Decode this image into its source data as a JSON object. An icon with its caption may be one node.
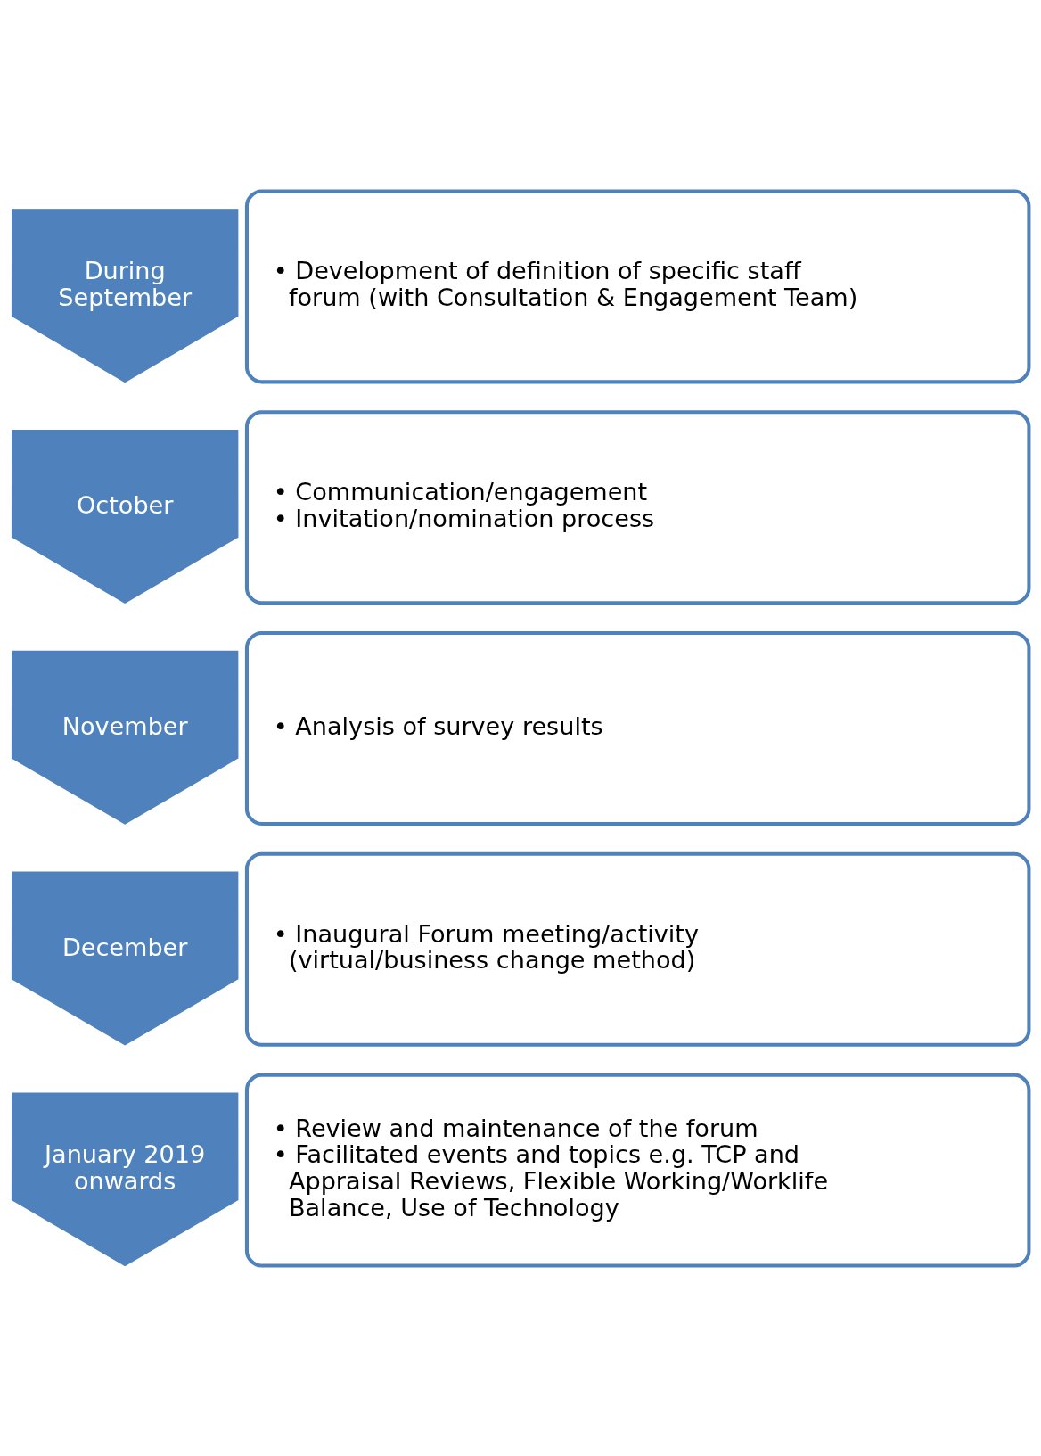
{
  "diagram": {
    "nodes": [
      {
        "text": [
          "During September"
        ]
      },
      {
        "text": [
          "• Development of definition of specific staff forum (with Consultation & Engagement Team)"
        ]
      },
      {
        "text": [
          "October"
        ]
      },
      {
        "text": [
          "• Communication/engagement",
          "• Invitation/nomination process"
        ]
      },
      {
        "text": [
          "November"
        ]
      },
      {
        "text": [
          "• Analysis of survey results"
        ]
      },
      {
        "text": [
          "December"
        ]
      },
      {
        "text": [
          "• Inaugural Forum meeting/activity (virtual/business change method)"
        ]
      },
      {
        "text": [
          "January 2019 onwards"
        ]
      },
      {
        "text": [
          "• Review and maintenance of the forum",
          "• Facilitated events and topics e.g. TCP and Appraisal Reviews, Flexible Working/Worklife Balance, Use of Technology"
        ]
      }
    ],
    "edges": []
  }
}
